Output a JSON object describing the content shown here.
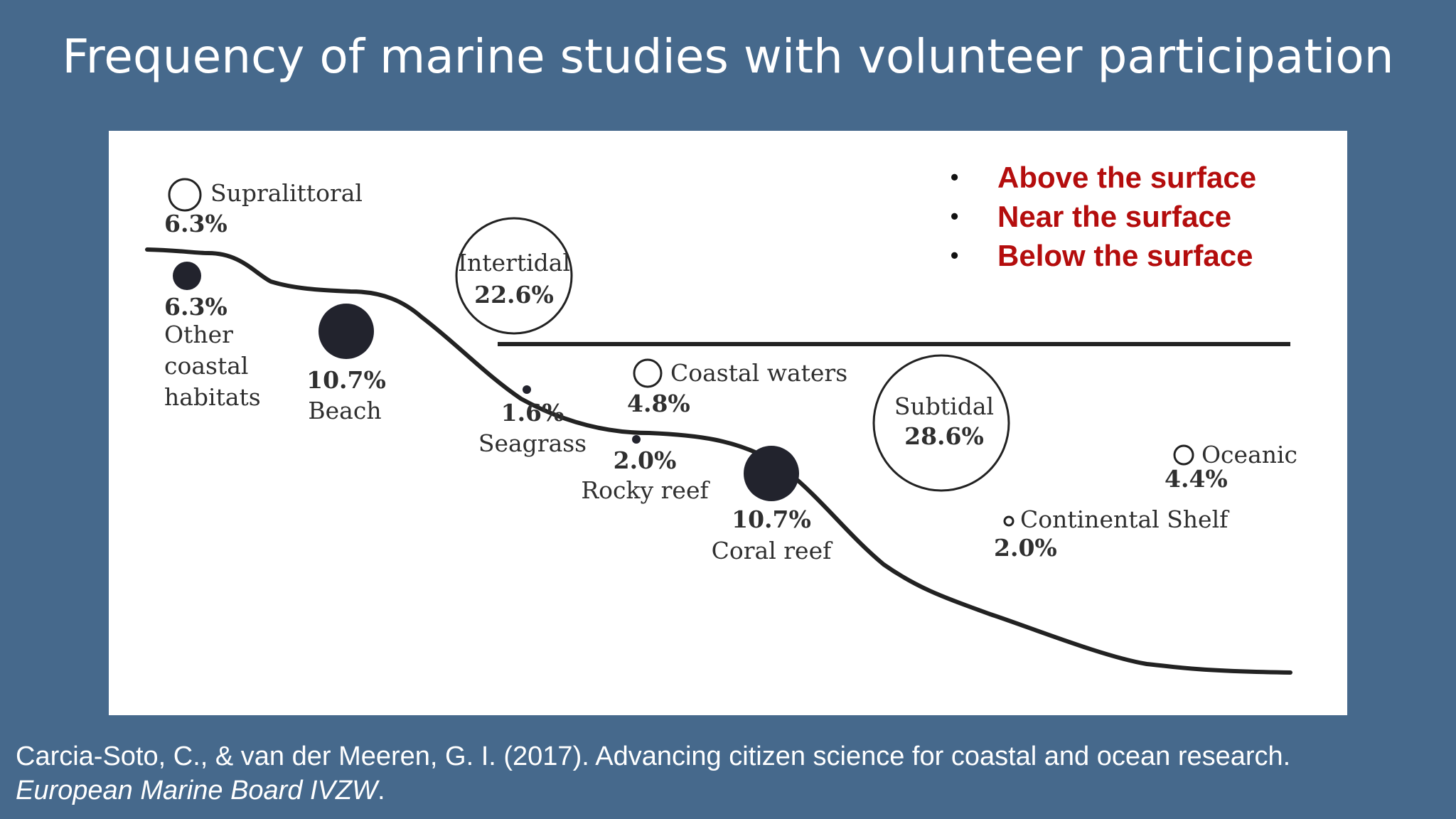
{
  "slide": {
    "title": "Frequency of marine studies with volunteer participation",
    "citation_main": "Carcia-Soto, C., & van der Meeren, G. I. (2017). Advancing citizen science for coastal and ocean research.",
    "citation_journal": "European Marine Board IVZW",
    "citation_end": "."
  },
  "legend": {
    "items": [
      {
        "label": "Above the surface",
        "color": "#b40d0d"
      },
      {
        "label": "Near the surface",
        "color": "#b40d0d"
      },
      {
        "label": "Below the surface",
        "color": "#b40d0d"
      }
    ]
  },
  "habitats": {
    "supralittoral": {
      "name": "Supralittoral",
      "pct": "6.3%",
      "value": 6.3,
      "marker": "open"
    },
    "other_coastal": {
      "name_lines": [
        "Other",
        "coastal",
        "habitats"
      ],
      "pct": "6.3%",
      "value": 6.3,
      "marker": "filled"
    },
    "beach": {
      "name": "Beach",
      "pct": "10.7%",
      "value": 10.7,
      "marker": "filled"
    },
    "intertidal": {
      "name": "Intertidal",
      "pct": "22.6%",
      "value": 22.6,
      "marker": "open"
    },
    "seagrass": {
      "name": "Seagrass",
      "pct": "1.6%",
      "value": 1.6,
      "marker": "filled"
    },
    "coastal_waters": {
      "name": "Coastal waters",
      "pct": "4.8%",
      "value": 4.8,
      "marker": "open"
    },
    "rocky_reef": {
      "name": "Rocky reef",
      "pct": "2.0%",
      "value": 2.0,
      "marker": "filled"
    },
    "coral_reef": {
      "name": "Coral reef",
      "pct": "10.7%",
      "value": 10.7,
      "marker": "filled"
    },
    "subtidal": {
      "name": "Subtidal",
      "pct": "28.6%",
      "value": 28.6,
      "marker": "open"
    },
    "continental_shelf": {
      "name": "Continental Shelf",
      "pct": "2.0%",
      "value": 2.0,
      "marker": "open"
    },
    "oceanic": {
      "name": "Oceanic",
      "pct": "4.4%",
      "value": 4.4,
      "marker": "open"
    }
  }
}
